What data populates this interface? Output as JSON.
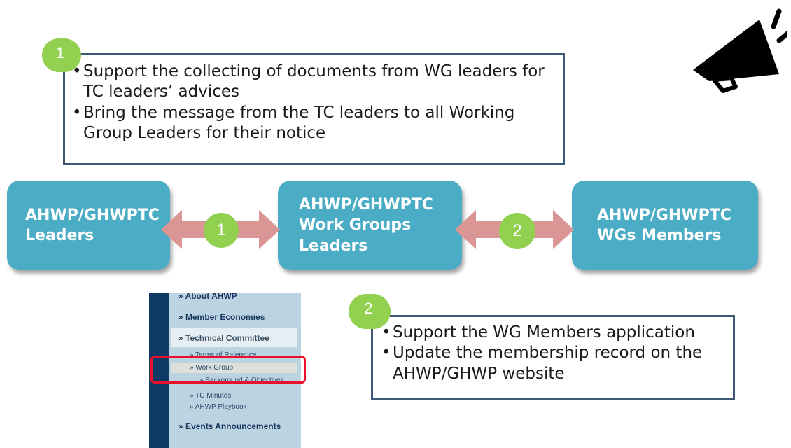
{
  "note1": {
    "number": "1",
    "bullets": [
      "Support the collecting of documents from WG leaders for TC leaders’ advices",
      "Bring the message from the TC leaders to all Working Group Leaders for their notice"
    ]
  },
  "note2": {
    "number": "2",
    "bullets": [
      "Support the WG Members application",
      "Update the membership record on the AHWP/GHWP  website"
    ]
  },
  "flow": {
    "nodes": [
      {
        "line1": "AHWP/GHWPTC",
        "line2": "Leaders",
        "line3": ""
      },
      {
        "line1": "AHWP/GHWPTC",
        "line2": "Work Groups",
        "line3": "Leaders"
      },
      {
        "line1": "AHWP/GHWPTC",
        "line2": "WGs Members",
        "line3": ""
      }
    ],
    "arrows": [
      {
        "label": "1"
      },
      {
        "label": "2"
      }
    ]
  },
  "website_menu": {
    "items": [
      {
        "label": "» About AHWP"
      },
      {
        "label": "» Member Economies"
      },
      {
        "label": "» Technical Committee"
      },
      {
        "label": "» Terms of Reference"
      },
      {
        "label": "» Work Group"
      },
      {
        "label": "» Background & Objectives"
      },
      {
        "label": "» TC Minutes"
      },
      {
        "label": "» AHWP Playbook"
      },
      {
        "label": "» Events Announcements"
      }
    ]
  },
  "colors": {
    "box_fill": "#4bacc6",
    "circle": "#92d050",
    "arrow": "#d99694",
    "note_border": "#3e5877",
    "highlight": "#e8102a"
  },
  "icons": {
    "corner": "megaphone-icon"
  }
}
